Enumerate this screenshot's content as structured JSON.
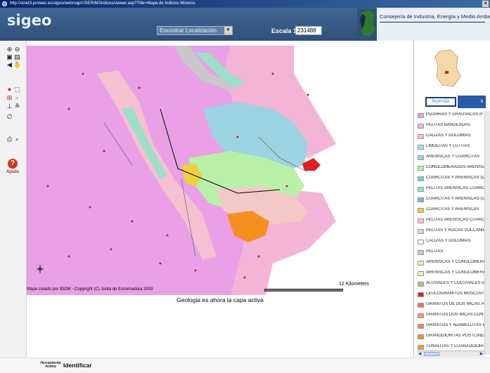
{
  "browser": {
    "title": "http://sinet3.juntaex.es/sigeo/webmap/USER/M2indices/viewer.asp?Title=Mapa de Indicios Mineros"
  },
  "header": {
    "logo": "sigeo",
    "locate_select": "Encontrar Localización",
    "scale_label": "Escala 1:",
    "scale_value": "231488",
    "organization": "Consejería de Industria, Energía y Medio Ambiente"
  },
  "map": {
    "credit": "Mapa creado por IDOM - Copyright (C) Junta de Extremadura 2003",
    "scalebar_label": "12 Kilometers",
    "active_layer_message": "Geologia es ahora la capa activa"
  },
  "toolbar": {
    "help_label": "Ayuda"
  },
  "panel": {
    "tab_legend": "leyenda",
    "tab_layers": "s"
  },
  "legend": {
    "items": [
      {
        "label": "PIZARRAS Y GRAUVACAS (F",
        "color": "#e9a0e6"
      },
      {
        "label": "PELITAS BANDEADAS",
        "color": "#f4b4d8"
      },
      {
        "label": "CALIZAS Y DOLOMIAS",
        "color": "#f5c0d0"
      },
      {
        "label": "LIMOLITAS Y LUTITAS",
        "color": "#a8dfe8"
      },
      {
        "label": "ARENISCAS Y CUARCITAS",
        "color": "#9cd3e0"
      },
      {
        "label": "CONGLOMERADOS ARENISC",
        "color": "#b8f0a8"
      },
      {
        "label": "CUARCITAS Y ARENISCAS (C",
        "color": "#7fc6d8"
      },
      {
        "label": "PELITAS ARENISCAS CUARCI",
        "color": "#9be0c8"
      },
      {
        "label": "CUARCITAS Y ARENISCAS (C",
        "color": "#6fc0d0"
      },
      {
        "label": "CUARCITAS Y ARENISCAS",
        "color": "#f0d040"
      },
      {
        "label": "PELITAS ARENISCAS CUARCI",
        "color": "#f5c8c8"
      },
      {
        "label": "PELITAS Y ROCAS VOLCANIC",
        "color": "#d8d8d8"
      },
      {
        "label": "CALIZAS Y DOLOMIAS",
        "color": "#f4f4f4"
      },
      {
        "label": "PELITAS",
        "color": "#c8c8c8"
      },
      {
        "label": "ARENISCAS Y CONGLOMERA",
        "color": "#f5e8a0"
      },
      {
        "label": "ARENISCAS Y CONGLOMERA",
        "color": "#f8f0b0"
      },
      {
        "label": "ALUVIALES Y COLUVIALES (C",
        "color": "#b8b890"
      },
      {
        "label": "LEUCOGRANITOS MOSCOVIT",
        "color": "#e02020"
      },
      {
        "label": "GRANITOS DE DOS MICAS P(",
        "color": "#f07050"
      },
      {
        "label": "GRANITOS DOS MICAS CON S",
        "color": "#f49070"
      },
      {
        "label": "GRANITOS Y ADAMELLITAS B",
        "color": "#f08060"
      },
      {
        "label": "GRANODIORITAS POSTCINEM",
        "color": "#f39020"
      },
      {
        "label": "TONALITAS Y CUARZODIORIT",
        "color": "#f0a040"
      }
    ]
  },
  "statusbar": {
    "tool_label": "Herramienta Activa",
    "tool_value": "Identificar"
  }
}
